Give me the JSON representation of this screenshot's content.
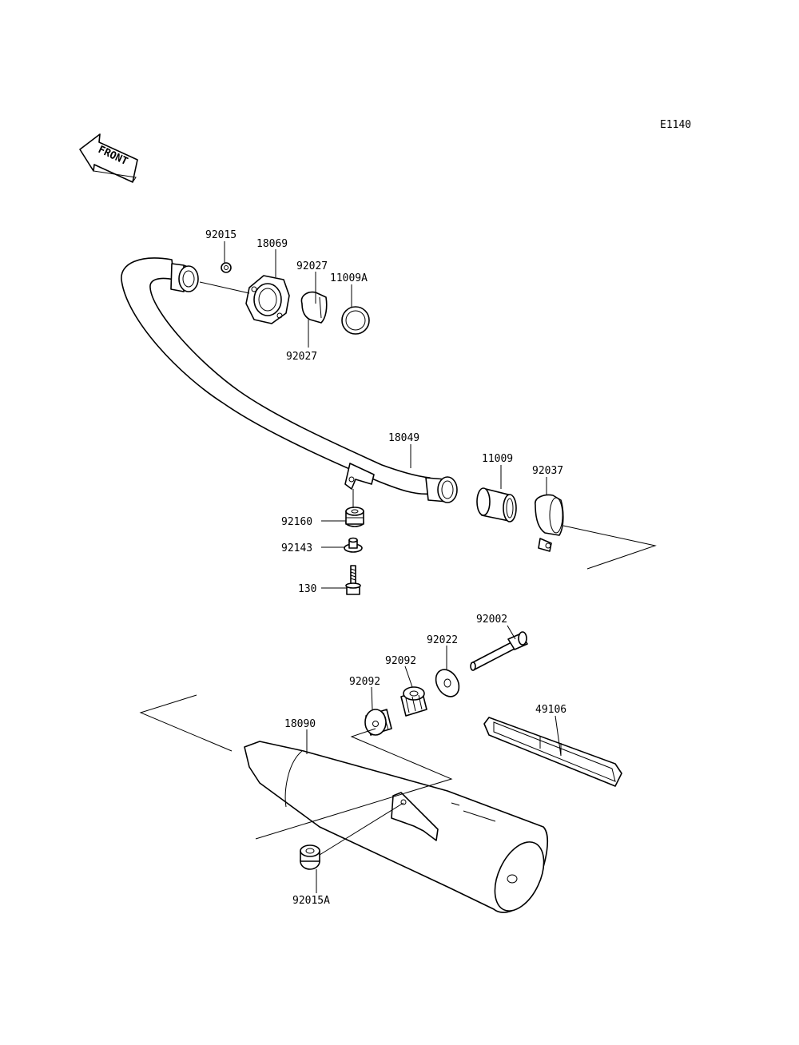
{
  "diagram_code": "E1140",
  "front_label": "FRONT",
  "parts": {
    "p92015": "92015",
    "p18069": "18069",
    "p92027a": "92027",
    "p11009A": "11009A",
    "p92027b": "92027",
    "p18049": "18049",
    "p11009": "11009",
    "p92037": "92037",
    "p92160": "92160",
    "p92143": "92143",
    "p130": "130",
    "p92002": "92002",
    "p92022": "92022",
    "p92092a": "92092",
    "p92092b": "92092",
    "p18090": "18090",
    "p49106": "49106",
    "p92015A": "92015A"
  }
}
